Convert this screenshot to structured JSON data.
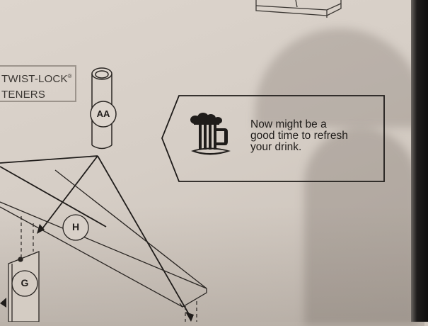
{
  "scene": {
    "description": "Photo of an assembly instruction manual page",
    "background_color": "#d6cec6",
    "ink_color": "#1f1c1a"
  },
  "fastener_box": {
    "line1": "TWIST-LOCK",
    "registered_mark": "®",
    "line2": "TENERS"
  },
  "parts": {
    "aa_label": "AA",
    "h_label": "H",
    "g_label": "G"
  },
  "callout": {
    "icon": "beer-mug-icon",
    "lines": [
      "Now might be a",
      "good time to refresh",
      "your drink."
    ]
  }
}
